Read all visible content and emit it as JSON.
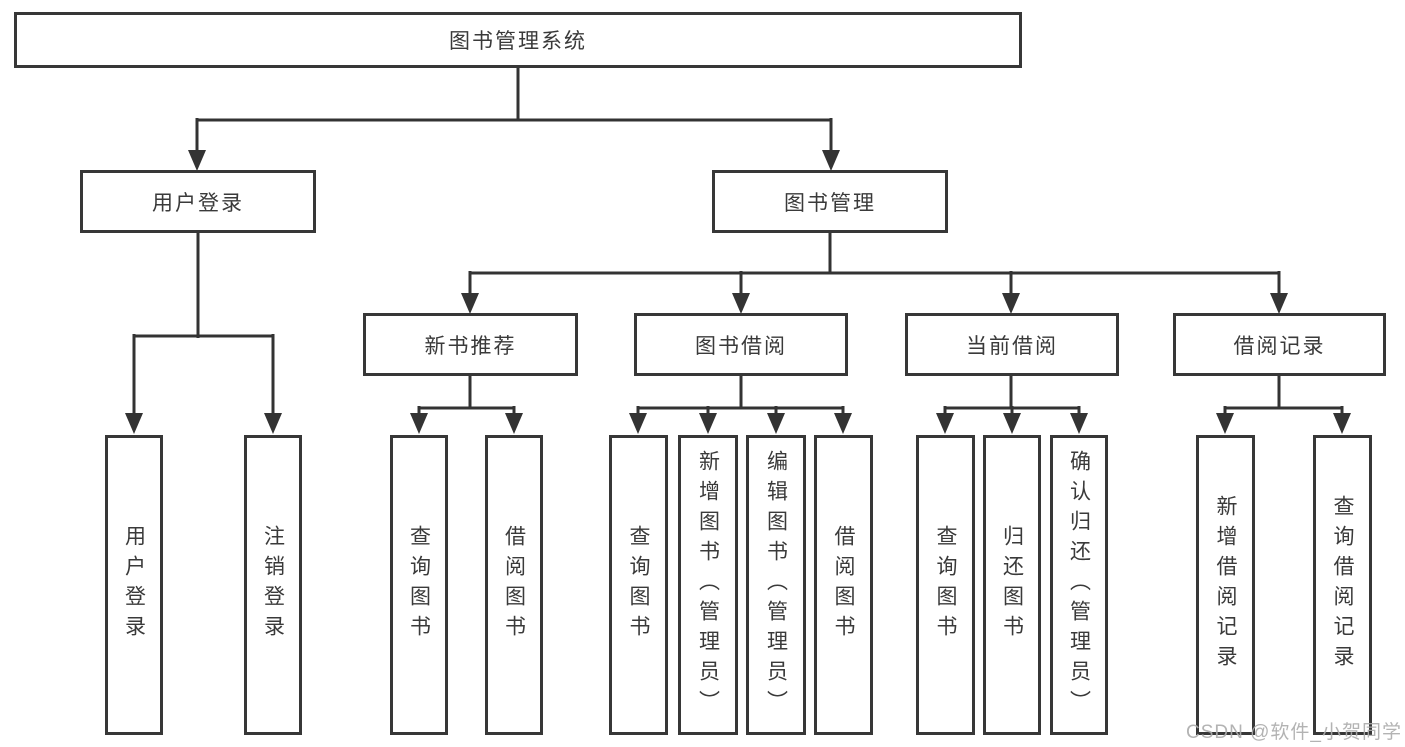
{
  "title": "图书管理系统",
  "branches": {
    "user_login": {
      "label": "用户登录",
      "children": [
        "用户登录",
        "注销登录"
      ]
    },
    "book_mgmt": {
      "label": "图书管理",
      "sections": [
        {
          "label": "新书推荐",
          "children": [
            "查询图书",
            "借阅图书"
          ]
        },
        {
          "label": "图书借阅",
          "children": [
            "查询图书",
            "新增图书（管理员）",
            "编辑图书（管理员）",
            "借阅图书"
          ]
        },
        {
          "label": "当前借阅",
          "children": [
            "查询图书",
            "归还图书",
            "确认归还（管理员）"
          ]
        },
        {
          "label": "借阅记录",
          "children": [
            "新增借阅记录",
            "查询借阅记录"
          ]
        }
      ]
    }
  },
  "watermark": "CSDN @软件_小贺同学"
}
